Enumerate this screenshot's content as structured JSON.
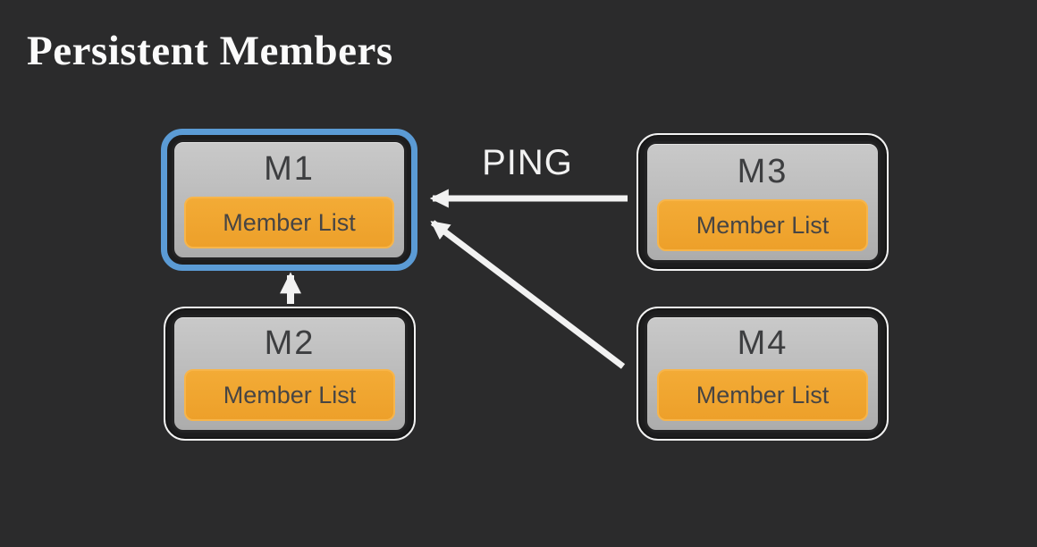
{
  "slide": {
    "title": "Persistent Members",
    "ping_label": "PING",
    "nodes": [
      {
        "id": "M1",
        "label": "M1",
        "list_label": "Member List",
        "highlighted": true
      },
      {
        "id": "M2",
        "label": "M2",
        "list_label": "Member List",
        "highlighted": false
      },
      {
        "id": "M3",
        "label": "M3",
        "list_label": "Member List",
        "highlighted": false
      },
      {
        "id": "M4",
        "label": "M4",
        "list_label": "Member List",
        "highlighted": false
      }
    ],
    "edges": [
      {
        "from": "M3",
        "to": "M1",
        "label": "PING",
        "direction": "horizontal-left"
      },
      {
        "from": "M2",
        "to": "M1",
        "label": "",
        "direction": "vertical-up"
      },
      {
        "from": "M4",
        "to": "M1",
        "label": "",
        "direction": "diagonal-up-left"
      }
    ],
    "colors": {
      "background": "#2b2b2c",
      "highlight_border": "#5b9bd5",
      "node_fill": "#bcbcbc",
      "node_outline": "#f2f2f2",
      "node_inner_border": "#232324",
      "member_list_fill": "#f0a530",
      "member_list_border": "#f7b54a",
      "arrow": "#f2f2f2",
      "title_text": "#fbfbfb",
      "node_text": "#3d3e40"
    }
  }
}
